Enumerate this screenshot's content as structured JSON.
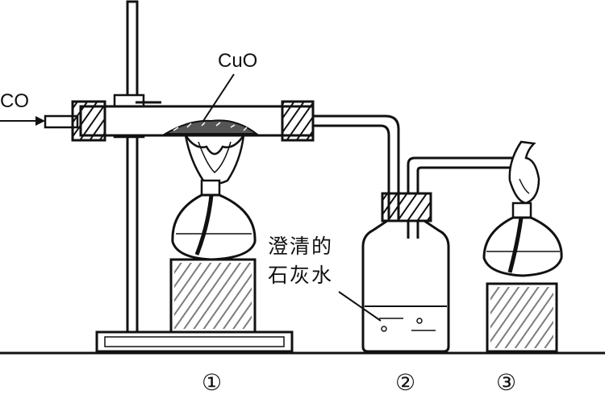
{
  "labels": {
    "co": "CO",
    "cuo": "CuO",
    "limewater_line1": "澄清的",
    "limewater_line2": "石灰水",
    "num1": "①",
    "num2": "②",
    "num3": "③"
  },
  "colors": {
    "ink": "#111111",
    "paper": "#ffffff"
  }
}
